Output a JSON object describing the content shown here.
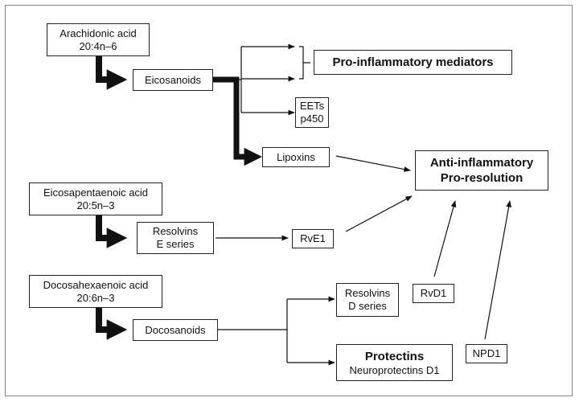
{
  "nodes": {
    "arachidonic": {
      "line1": "Arachidonic acid",
      "line2": "20:4n–6"
    },
    "eicosanoids": {
      "label": "Eicosanoids"
    },
    "pro_inflammatory": {
      "label": "Pro-inflammatory mediators"
    },
    "eets": {
      "line1": "EETs",
      "line2": "p450"
    },
    "lipoxins": {
      "label": "Lipoxins"
    },
    "anti_inflammatory": {
      "line1": "Anti-inflammatory",
      "line2": "Pro-resolution"
    },
    "eicosapentaenoic": {
      "line1": "Eicosapentaenoic acid",
      "line2": "20:5n–3"
    },
    "resolvins_e": {
      "line1": "Resolvins",
      "line2": "E series"
    },
    "rve1": {
      "label": "RvE1"
    },
    "docosahexaenoic": {
      "line1": "Docosahexaenoic acid",
      "line2": "20:6n–3"
    },
    "docosanoids": {
      "label": "Docosanoids"
    },
    "resolvins_d": {
      "line1": "Resolvins",
      "line2": "D series"
    },
    "rvd1": {
      "label": "RvD1"
    },
    "protectins": {
      "line1": "Protectins",
      "line2": "Neuroprotectins D1"
    },
    "npd1": {
      "label": "NPD1"
    }
  }
}
